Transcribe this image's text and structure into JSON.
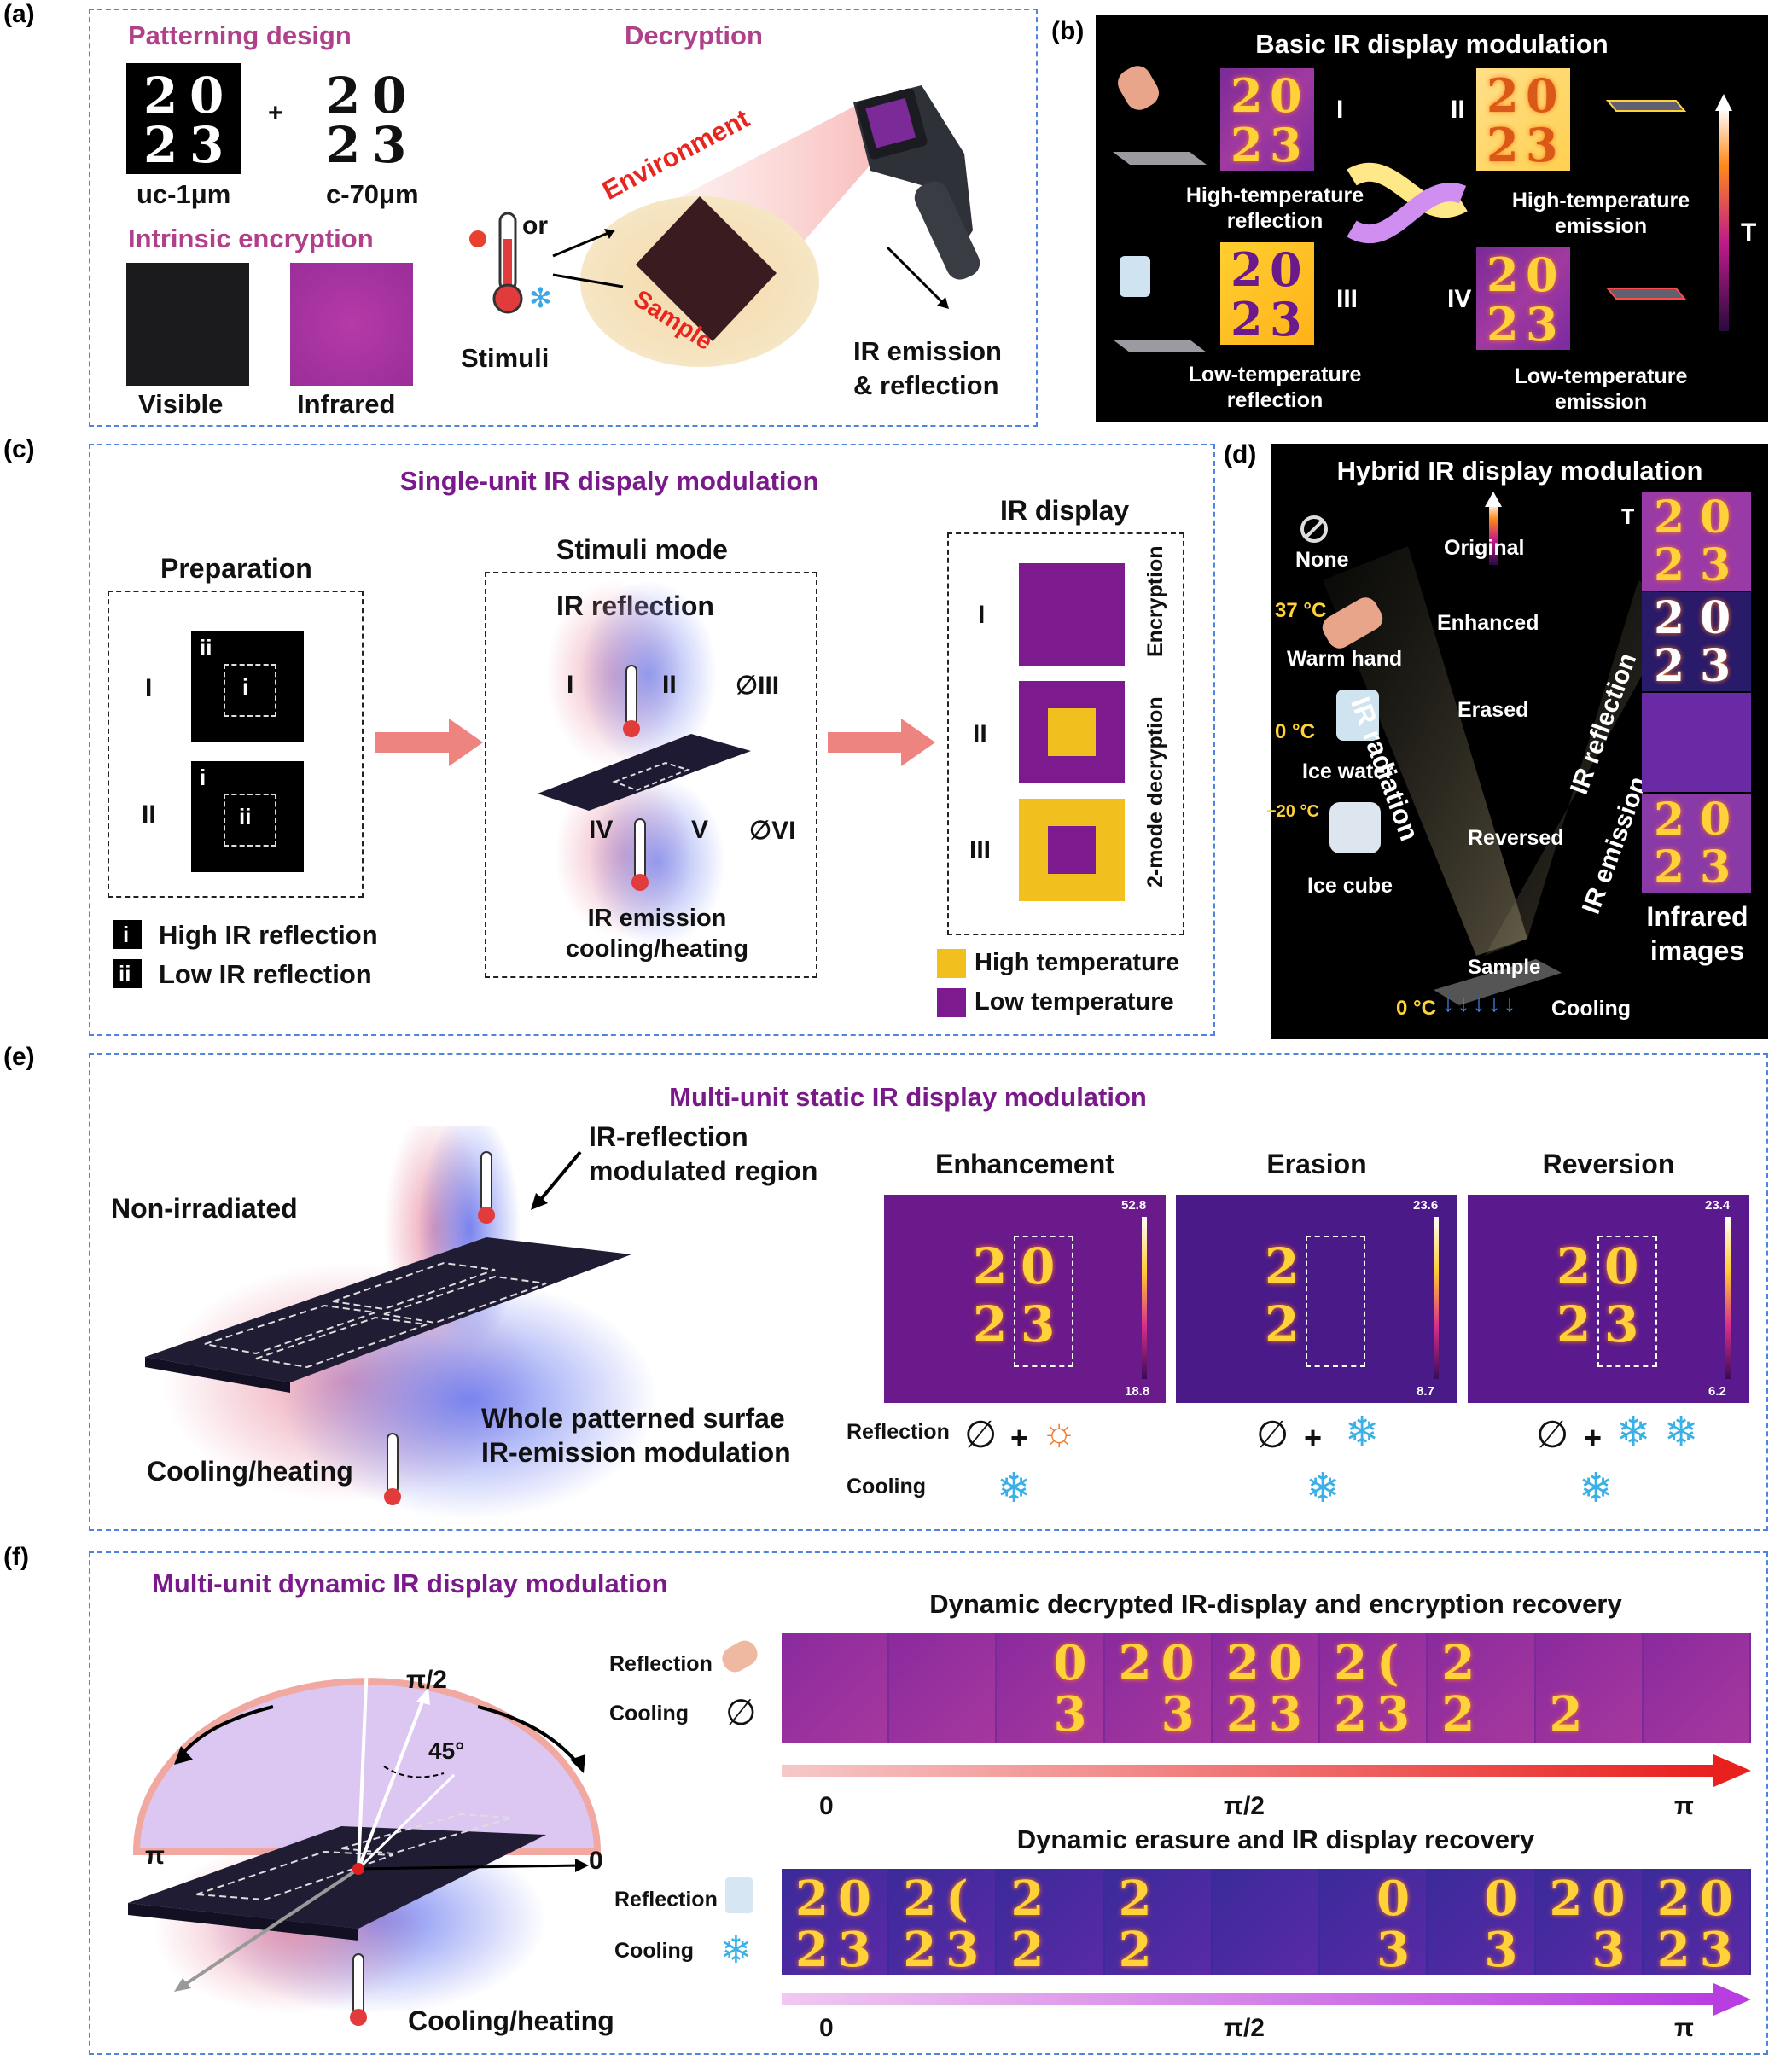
{
  "panels": {
    "a": {
      "label": "(a)",
      "patterning_title": "Patterning design",
      "pattern_digits": [
        "2",
        "0",
        "2",
        "3"
      ],
      "plus": "+",
      "uc_label": "uc-1μm",
      "c_label": "c-70μm",
      "intrinsic_title": "Intrinsic encryption",
      "visible_label": "Visible",
      "infrared_label": "Infrared",
      "decryption_title": "Decryption",
      "stimuli_label": "Stimuli",
      "or_label": "or",
      "environment_label": "Environment",
      "sample_label": "Sample",
      "ir_emission_label": "IR emission",
      "reflection_label": "& reflection"
    },
    "b": {
      "label": "(b)",
      "title": "Basic IR display modulation",
      "roman": [
        "I",
        "II",
        "III",
        "IV"
      ],
      "states": [
        "High-temperature reflection",
        "High-temperature emission",
        "Low-temperature reflection",
        "Low-temperature emission"
      ],
      "states_lines": [
        [
          "High-temperature",
          "reflection"
        ],
        [
          "High-temperature",
          "emission"
        ],
        [
          "Low-temperature",
          "reflection"
        ],
        [
          "Low-temperature",
          "emission"
        ]
      ],
      "t_label": "T"
    },
    "c": {
      "label": "(c)",
      "title": "Single-unit IR dispaly modulation",
      "preparation_title": "Preparation",
      "stimuli_mode_title": "Stimuli mode",
      "ir_display_title": "IR display",
      "ir_reflection": "IR reflection",
      "ir_emission": "IR emission",
      "cooling_heating": "cooling/heating",
      "prep_rows": [
        "I",
        "II"
      ],
      "prep_inner": [
        [
          "ii",
          "i"
        ],
        [
          "i",
          "ii"
        ]
      ],
      "stim_top": [
        "I",
        "II",
        "∅III"
      ],
      "stim_bottom": [
        "IV",
        "V",
        "∅VI"
      ],
      "display_rows": [
        "I",
        "II",
        "III"
      ],
      "encryption": "Encryption",
      "two_mode": "2-mode decryption",
      "legend_i_key": "i",
      "legend_i": "High IR reflection",
      "legend_ii_key": "ii",
      "legend_ii": "Low IR reflection",
      "legend_high": "High temperature",
      "legend_low": "Low temperature",
      "colors": {
        "high": "#f2c01e",
        "low": "#7c1a8e"
      }
    },
    "d": {
      "label": "(d)",
      "title": "Hybrid IR display modulation",
      "none": "None",
      "original": "Original",
      "temp_37": "37 °C",
      "warm_hand": "Warm hand",
      "enhanced": "Enhanced",
      "temp_0": "0 °C",
      "ice_water": "Ice water",
      "erased": "Erased",
      "temp_m20": "−20 °C",
      "ice_cube": "Ice cube",
      "reversed": "Reversed",
      "ir_radiation": "IR radiation",
      "ir_reflection": "IR reflection",
      "ir_emission": "IR emission",
      "sample": "Sample",
      "temp_0b": "0 °C",
      "cooling": "Cooling",
      "infrared_images": [
        "Infrared",
        "images"
      ],
      "t_label": "T"
    },
    "e": {
      "label": "(e)",
      "title": "Multi-unit static IR display modulation",
      "ir_reflection_region": [
        "IR-reflection",
        "modulated region"
      ],
      "non_irradiated": "Non-irradiated",
      "whole_surface": [
        "Whole patterned surfae",
        "IR-emission modulation"
      ],
      "cooling_heating": "Cooling/heating",
      "images": [
        {
          "title": "Enhancement",
          "max": "52.8",
          "min": "18.8",
          "digits": [
            "2",
            "0",
            "2",
            "3"
          ]
        },
        {
          "title": "Erasion",
          "max": "23.6",
          "min": "8.7",
          "digits": [
            "2",
            "",
            "2",
            ""
          ]
        },
        {
          "title": "Reversion",
          "max": "23.4",
          "min": "6.2",
          "digits": [
            "2",
            "0",
            "2",
            "3"
          ]
        }
      ],
      "row_reflection": "Reflection",
      "row_cooling": "Cooling",
      "empty_set": "∅",
      "plus": "+"
    },
    "f": {
      "label": "(f)",
      "title": "Multi-unit dynamic IR display modulation",
      "angle_pi2": "π/2",
      "angle_45": "45°",
      "angle_pi": "π",
      "angle_0": "0",
      "cooling_heating": "Cooling/heating",
      "strip1_title": "Dynamic decrypted IR-display and encryption recovery",
      "strip2_title": "Dynamic erasure and IR display recovery",
      "reflection": "Reflection",
      "cooling": "Cooling",
      "empty_set": "∅",
      "axis": [
        "0",
        "π/2",
        "π"
      ],
      "strip1_frames": [
        [
          "",
          ""
        ],
        [
          "",
          ""
        ],
        [
          "",
          "0",
          "",
          "3"
        ],
        [
          "2",
          "0",
          "",
          "3"
        ],
        [
          "2",
          "0",
          "2",
          "3"
        ],
        [
          "2",
          "(",
          "2",
          "3"
        ],
        [
          "2",
          "",
          "2",
          ""
        ],
        [
          "",
          "",
          "2",
          ""
        ],
        [
          "",
          ""
        ]
      ],
      "strip2_frames": [
        [
          "2",
          "0",
          "2",
          "3"
        ],
        [
          "2",
          "(",
          "2",
          "3"
        ],
        [
          "2",
          "",
          "2",
          ""
        ],
        [
          "2",
          "",
          "2",
          ""
        ],
        [
          "",
          ""
        ],
        [
          "",
          "0",
          "",
          "3"
        ],
        [
          "",
          "0",
          "",
          "3"
        ],
        [
          "2",
          "0",
          "",
          "3"
        ],
        [
          "2",
          "0",
          "2",
          "3"
        ]
      ]
    }
  }
}
